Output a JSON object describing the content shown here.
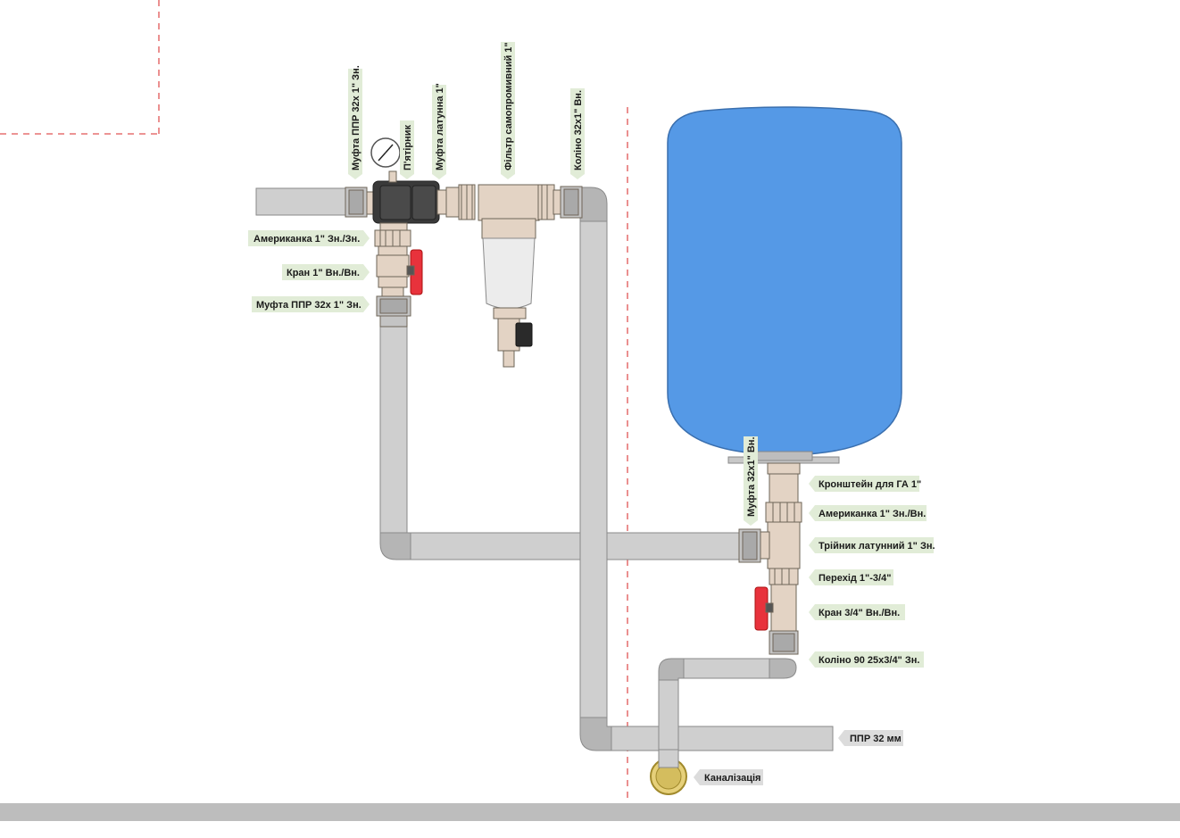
{
  "labels": {
    "top": {
      "coupling_ppr_32x1_ext": "Муфта ППР 32x 1\" Зн.",
      "manometer": "П'ятірник",
      "brass_coupling_1": "Муфта латунна 1\"",
      "self_cleaning_filter": "Фільтр самопромивний 1\"",
      "elbow_32x1_int": "Коліно 32x1\" Вн."
    },
    "left": {
      "union_1_ext_ext": "Американка 1\" Зн./Зн.",
      "valve_1_int_int": "Кран 1\" Вн./Вн.",
      "coupling_ppr_32x1_ext_2": "Муфта ППР 32x 1\" Зн."
    },
    "tank_coupling": "Муфта 32x1\" Вн.",
    "right": {
      "bracket_ga_1": "Кронштейн для ГА 1\"",
      "union_1_ext_int": "Американка 1\" Зн./Вн.",
      "tee_brass_1_ext": "Трійник латунний 1\" Зн.",
      "adapter_1_3_4": "Перехід 1\"-3/4\"",
      "valve_3_4_int_int": "Кран 3/4\" Вн./Вн.",
      "elbow_90_25x3_4_ext": "Коліно 90 25x3/4\" Зн."
    },
    "pipe_ppr_32": "ППР 32 мм",
    "sewer": "Каналізація"
  },
  "colors": {
    "pipe": "#cfcfcf",
    "pipe_dark": "#b5b5b5",
    "brass": "#e3d3c4",
    "tank": "#5599e6",
    "valve_red": "#e8323c",
    "label_bg": "#e1ecd7",
    "arrow_label_bg": "#dcdcdc",
    "dashed_line": "#e05555",
    "floor": "#bdbdbd",
    "sewer_fill": "#e6d07a"
  }
}
